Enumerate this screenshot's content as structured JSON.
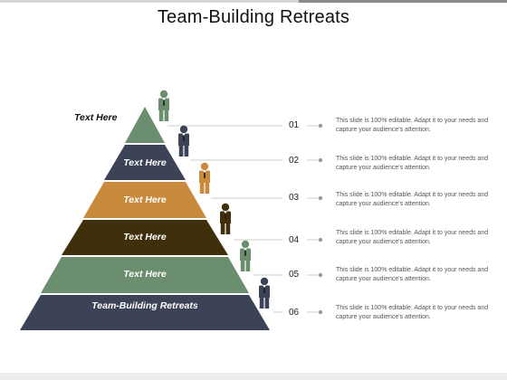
{
  "title": "Team-Building Retreats",
  "top_label": "Text Here",
  "tiers": [
    {
      "label": "Text Here",
      "color": "#3d4357"
    },
    {
      "label": "Text Here",
      "color": "#c98a3b"
    },
    {
      "label": "Text Here",
      "color": "#3f2f0a"
    },
    {
      "label": "Text Here",
      "color": "#6b8e6e"
    },
    {
      "label": "Team-Building Retreats",
      "color": "#3d4357"
    }
  ],
  "apex_color": "#6b8e6e",
  "items": [
    {
      "number": "01",
      "text": "This slide is 100% editable. Adapt it to your needs and capture your audience's attention.",
      "person_color": "#6b8e6e"
    },
    {
      "number": "02",
      "text": "This slide is 100% editable. Adapt it to your needs and capture your audience's attention.",
      "person_color": "#3d4357"
    },
    {
      "number": "03",
      "text": "This slide is 100% editable. Adapt it to your needs and capture your audience's attention.",
      "person_color": "#c98a3b"
    },
    {
      "number": "04",
      "text": "This slide is 100% editable. Adapt it to your needs and capture your audience's attention.",
      "person_color": "#3f2f0a"
    },
    {
      "number": "05",
      "text": "This slide is 100% editable. Adapt it to your needs and capture your audience's attention.",
      "person_color": "#6b8e6e"
    },
    {
      "number": "06",
      "text": "This slide is 100% editable. Adapt it to your needs and capture your audience's attention.",
      "person_color": "#3d4357"
    }
  ]
}
